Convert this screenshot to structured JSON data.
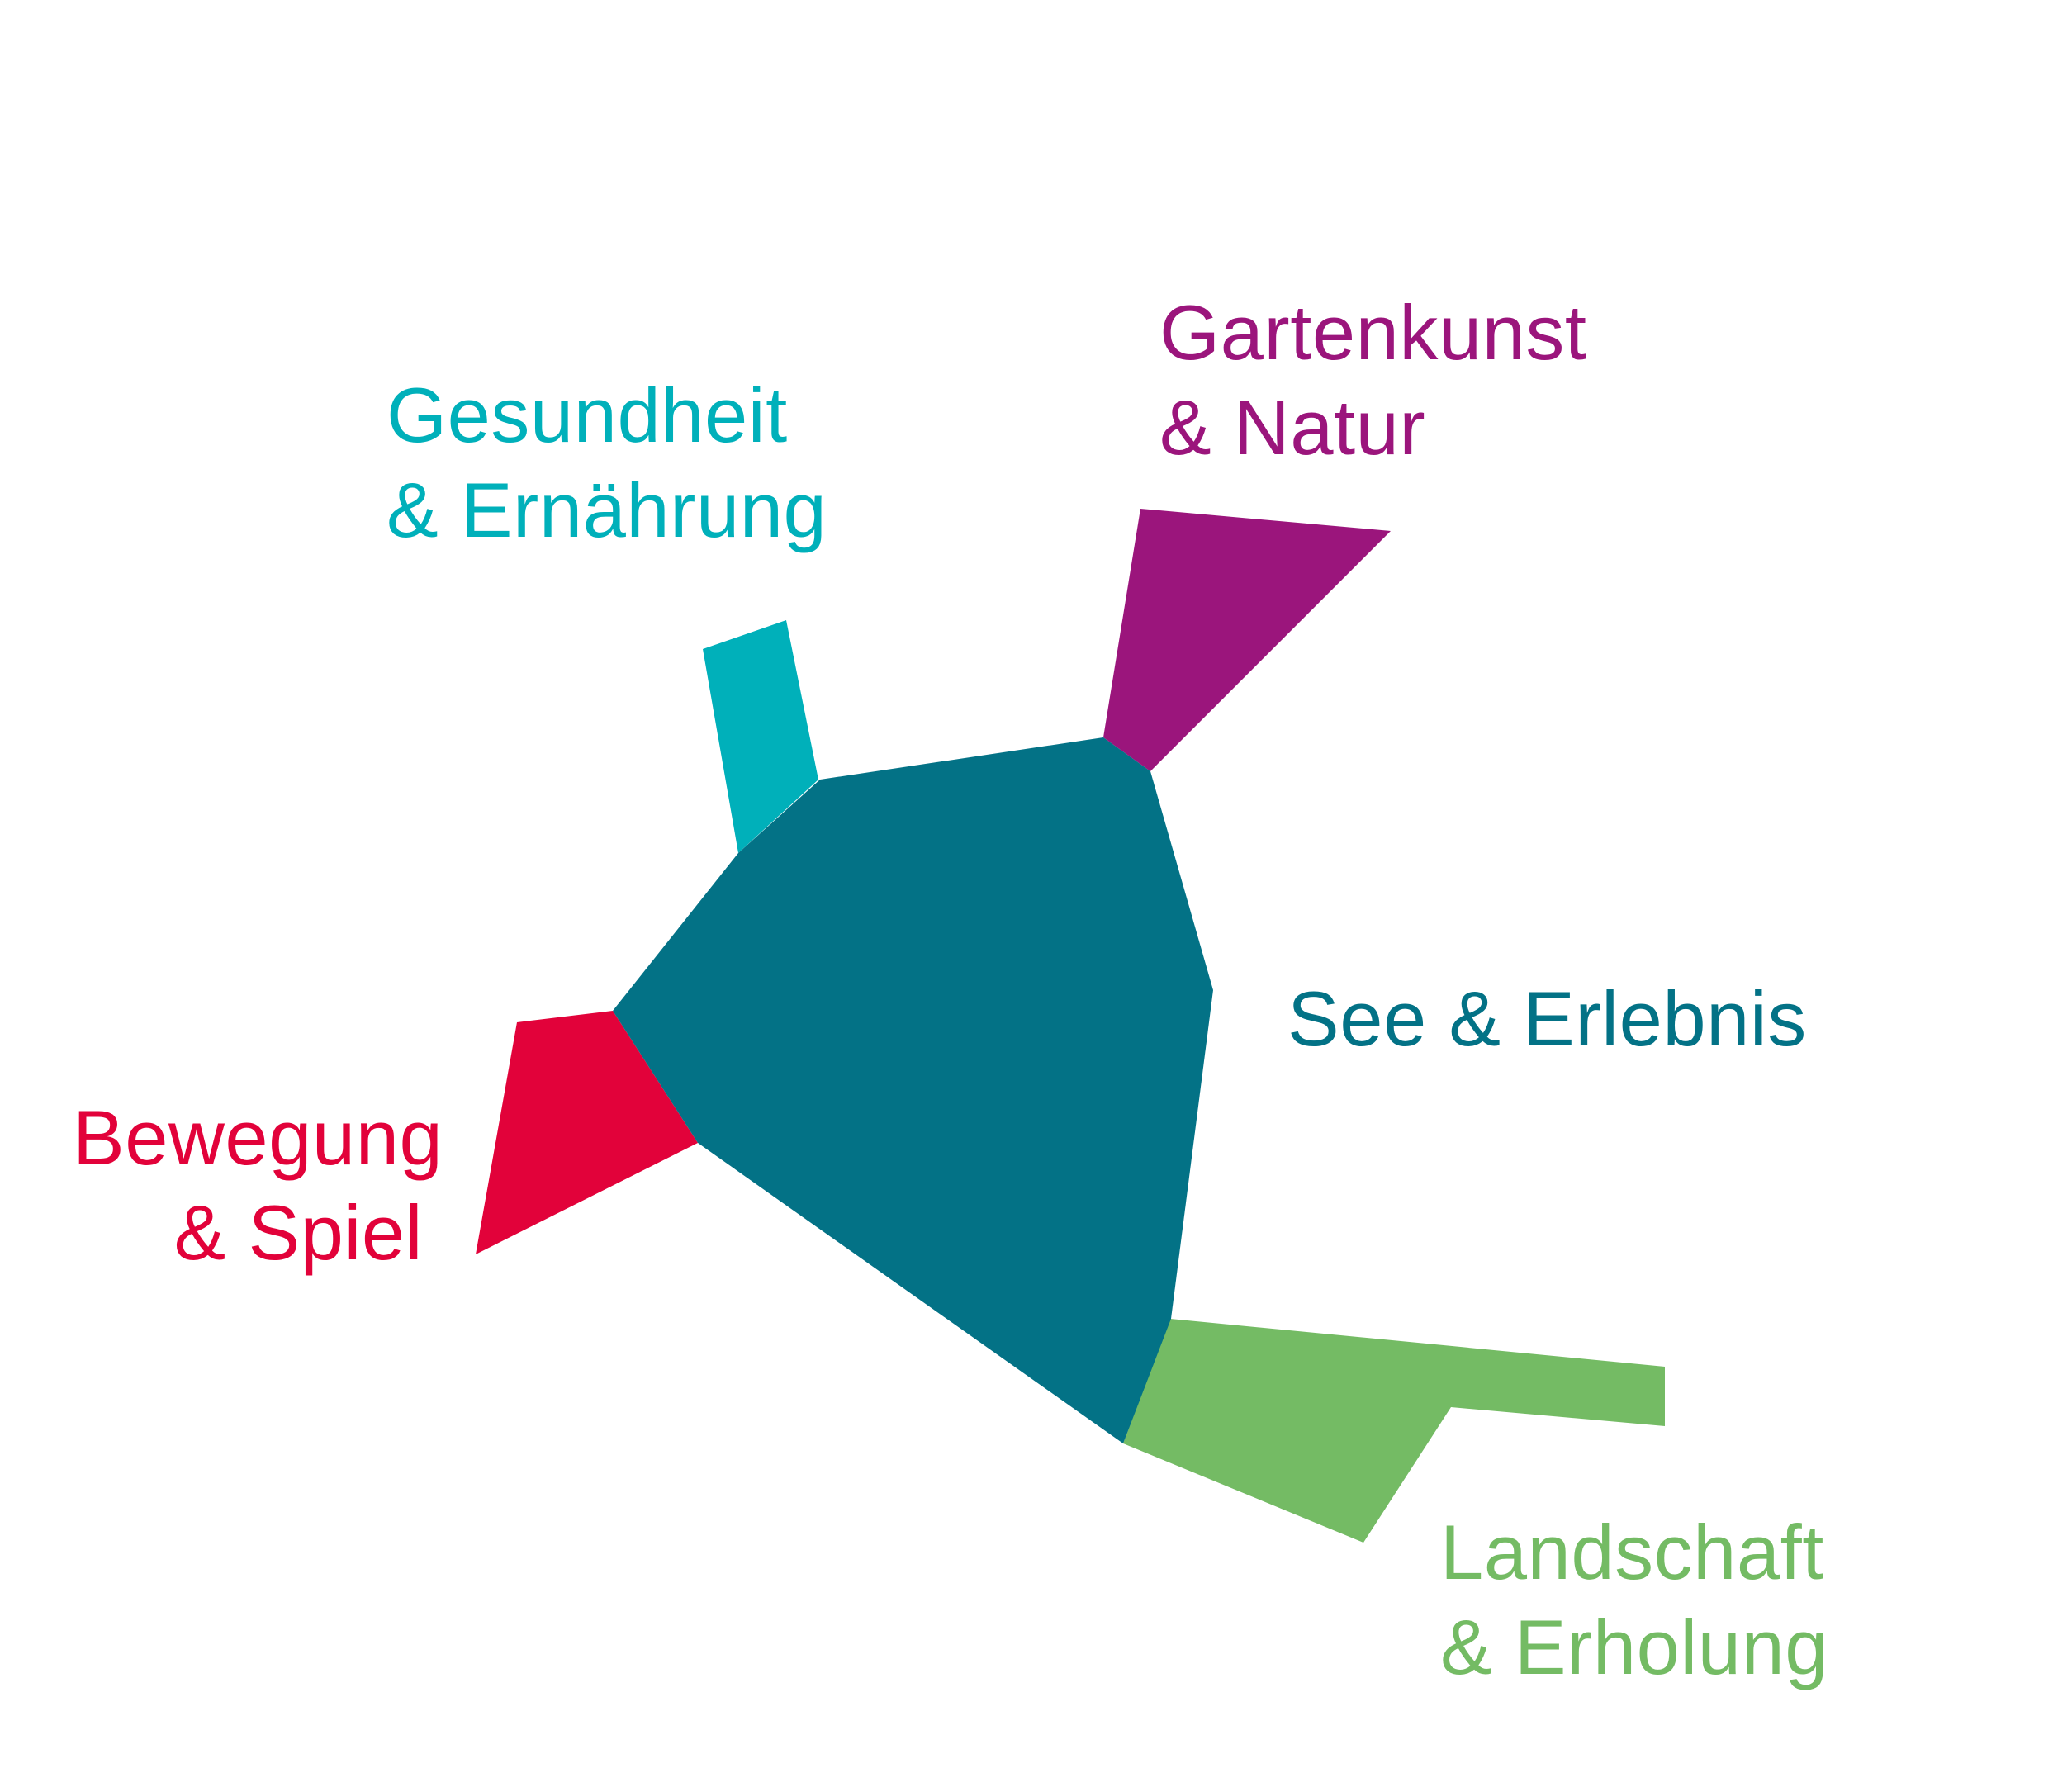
{
  "colors": {
    "see_erlebnis": "#037286",
    "gesundheit_ernaehrung": "#00B0BA",
    "gartenkunst_natur": "#9B157C",
    "bewegung_spiel": "#E2023A",
    "landschaft_erholung": "#74BB64",
    "background": "#FFFFFF"
  },
  "labels": {
    "gesundheit": {
      "line1": "Gesundheit",
      "line2": "& Ernährung"
    },
    "gartenkunst": {
      "line1": "Gartenkunst",
      "line2": "& Natur"
    },
    "see": {
      "line1": "See & Erlebnis"
    },
    "bewegung": {
      "line1": "Bewegung",
      "line2": "& Spiel"
    },
    "landschaft": {
      "line1": "Landschaft",
      "line2": "& Erholung"
    }
  }
}
